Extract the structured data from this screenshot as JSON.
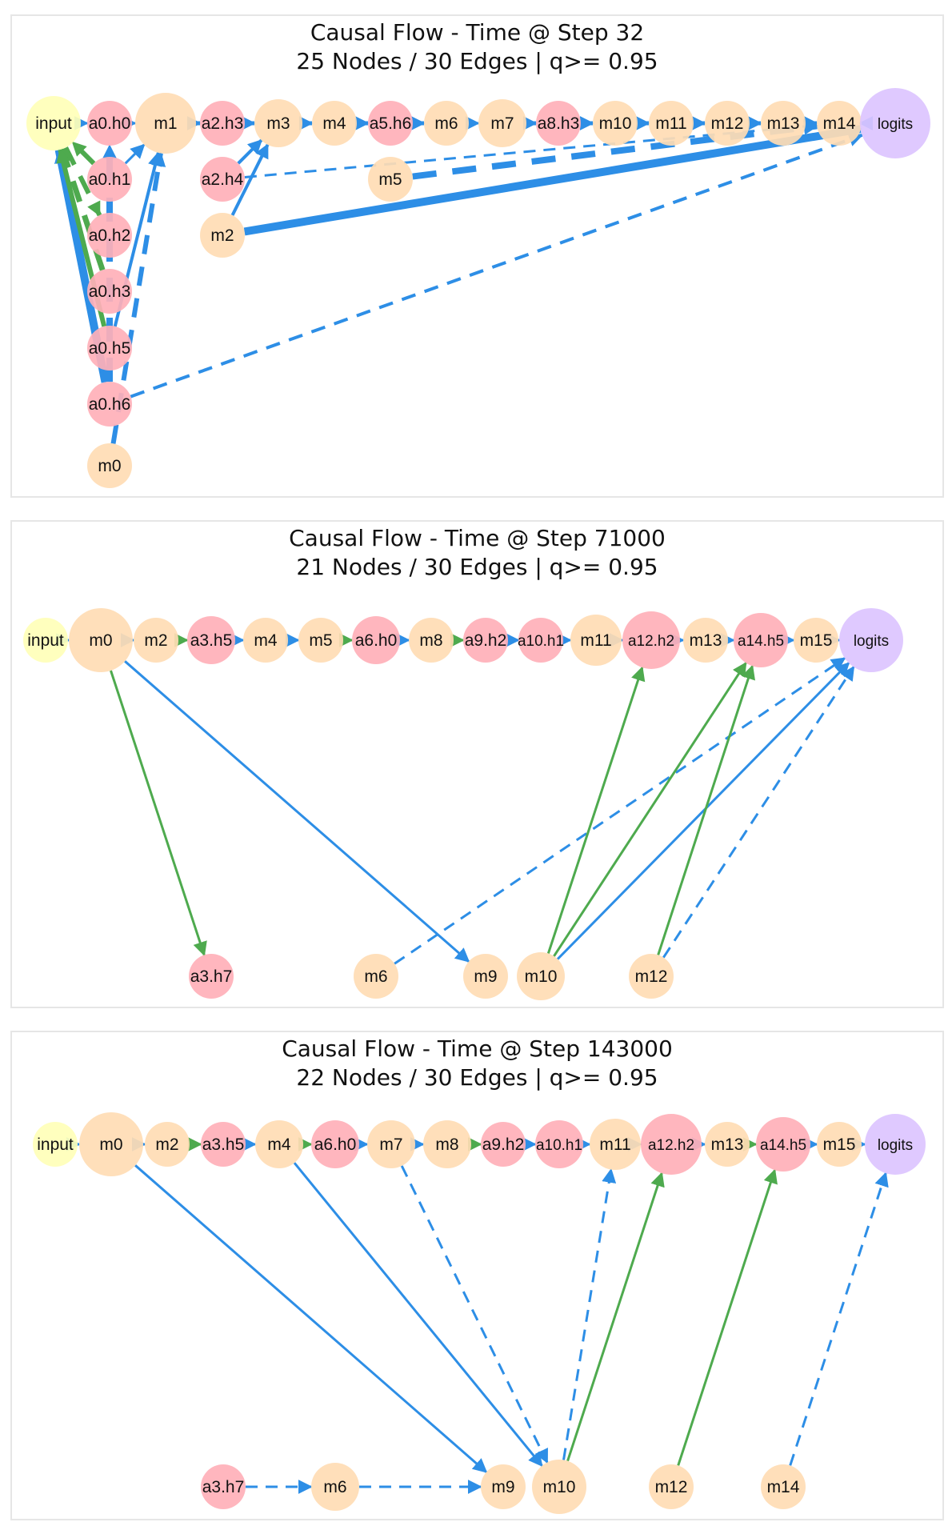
{
  "colors": {
    "input": "#ffffb8",
    "mlp": "#ffdcb4",
    "attn": "#ffb0b8",
    "logits": "#dcc4ff",
    "edge_blue": "#2d8ee6",
    "edge_green": "#4eaa4e"
  },
  "panels": [
    {
      "title": "Causal Flow - Time @ Step 32",
      "subtitle": "25 Nodes / 30 Edges | q>= 0.95",
      "nodes": [
        {
          "id": "input",
          "label": "input",
          "kind": "input",
          "r": 34
        },
        {
          "id": "a0.h0",
          "label": "a0.h0",
          "kind": "attn",
          "r": 28
        },
        {
          "id": "m1",
          "label": "m1",
          "kind": "mlp",
          "r": 38
        },
        {
          "id": "a2.h3",
          "label": "a2.h3",
          "kind": "attn",
          "r": 28
        },
        {
          "id": "m3",
          "label": "m3",
          "kind": "mlp",
          "r": 30
        },
        {
          "id": "m4",
          "label": "m4",
          "kind": "mlp",
          "r": 28
        },
        {
          "id": "a5.h6",
          "label": "a5.h6",
          "kind": "attn",
          "r": 28
        },
        {
          "id": "m6",
          "label": "m6",
          "kind": "mlp",
          "r": 28
        },
        {
          "id": "m7",
          "label": "m7",
          "kind": "mlp",
          "r": 30
        },
        {
          "id": "a8.h3",
          "label": "a8.h3",
          "kind": "attn",
          "r": 28
        },
        {
          "id": "m10",
          "label": "m10",
          "kind": "mlp",
          "r": 28
        },
        {
          "id": "m11",
          "label": "m11",
          "kind": "mlp",
          "r": 28
        },
        {
          "id": "m12",
          "label": "m12",
          "kind": "mlp",
          "r": 28
        },
        {
          "id": "m13",
          "label": "m13",
          "kind": "mlp",
          "r": 28
        },
        {
          "id": "m14",
          "label": "m14",
          "kind": "mlp",
          "r": 28
        },
        {
          "id": "logits",
          "label": "logits",
          "kind": "logits",
          "r": 44
        },
        {
          "id": "a0.h1",
          "label": "a0.h1",
          "kind": "attn",
          "r": 28
        },
        {
          "id": "a2.h4",
          "label": "a2.h4",
          "kind": "attn",
          "r": 28
        },
        {
          "id": "m5",
          "label": "m5",
          "kind": "mlp",
          "r": 28
        },
        {
          "id": "a0.h2",
          "label": "a0.h2",
          "kind": "attn",
          "r": 28
        },
        {
          "id": "m2",
          "label": "m2",
          "kind": "mlp",
          "r": 28
        },
        {
          "id": "a0.h3",
          "label": "a0.h3",
          "kind": "attn",
          "r": 28
        },
        {
          "id": "a0.h5",
          "label": "a0.h5",
          "kind": "attn",
          "r": 28
        },
        {
          "id": "a0.h6",
          "label": "a0.h6",
          "kind": "attn",
          "r": 28
        },
        {
          "id": "m0",
          "label": "m0",
          "kind": "mlp",
          "r": 28
        }
      ],
      "edges": [
        {
          "from": "input",
          "to": "a0.h0",
          "color": "blue",
          "style": "solid",
          "weight": 3
        },
        {
          "from": "a0.h0",
          "to": "m1",
          "color": "blue",
          "style": "solid",
          "weight": 3
        },
        {
          "from": "m1",
          "to": "a2.h3",
          "color": "blue",
          "style": "solid",
          "weight": 5
        },
        {
          "from": "a2.h3",
          "to": "m3",
          "color": "blue",
          "style": "solid",
          "weight": 5
        },
        {
          "from": "m3",
          "to": "m4",
          "color": "blue",
          "style": "solid",
          "weight": 5
        },
        {
          "from": "m4",
          "to": "a5.h6",
          "color": "blue",
          "style": "solid",
          "weight": 5
        },
        {
          "from": "a5.h6",
          "to": "m6",
          "color": "blue",
          "style": "solid",
          "weight": 5
        },
        {
          "from": "m6",
          "to": "m7",
          "color": "blue",
          "style": "solid",
          "weight": 3
        },
        {
          "from": "m7",
          "to": "a8.h3",
          "color": "blue",
          "style": "solid",
          "weight": 5
        },
        {
          "from": "a8.h3",
          "to": "m10",
          "color": "blue",
          "style": "solid",
          "weight": 5
        },
        {
          "from": "m10",
          "to": "m11",
          "color": "blue",
          "style": "solid",
          "weight": 5
        },
        {
          "from": "m11",
          "to": "m12",
          "color": "blue",
          "style": "solid",
          "weight": 5
        },
        {
          "from": "m12",
          "to": "m13",
          "color": "blue",
          "style": "solid",
          "weight": 5
        },
        {
          "from": "m13",
          "to": "m14",
          "color": "blue",
          "style": "solid",
          "weight": 5
        },
        {
          "from": "m14",
          "to": "logits",
          "color": "blue",
          "style": "solid",
          "weight": 5
        },
        {
          "from": "a2.h4",
          "to": "m3",
          "color": "blue",
          "style": "solid",
          "weight": 4
        },
        {
          "from": "m2",
          "to": "m3",
          "color": "blue",
          "style": "solid",
          "weight": 4
        },
        {
          "from": "a2.h4",
          "to": "m14",
          "color": "blue",
          "style": "dashed",
          "weight": 3
        },
        {
          "from": "m5",
          "to": "m14",
          "color": "blue",
          "style": "dashed",
          "weight": 8
        },
        {
          "from": "m2",
          "to": "logits",
          "color": "blue",
          "style": "solid",
          "weight": 10
        },
        {
          "from": "a0.h6",
          "to": "logits",
          "color": "blue",
          "style": "dashed",
          "weight": 4
        },
        {
          "from": "a0.h6",
          "to": "input",
          "color": "blue",
          "style": "solid",
          "weight": 10
        },
        {
          "from": "a0.h3",
          "to": "input",
          "color": "green",
          "style": "dashed",
          "weight": 7
        },
        {
          "from": "a0.h5",
          "to": "input",
          "color": "green",
          "style": "solid",
          "weight": 6
        },
        {
          "from": "a0.h1",
          "to": "input",
          "color": "green",
          "style": "dashed",
          "weight": 6
        },
        {
          "from": "input",
          "to": "a0.h2",
          "color": "green",
          "style": "dashed",
          "weight": 6
        },
        {
          "from": "m0",
          "to": "m1",
          "color": "blue",
          "style": "dashed",
          "weight": 6
        },
        {
          "from": "a0.h5",
          "to": "m1",
          "color": "blue",
          "style": "solid",
          "weight": 4
        },
        {
          "from": "a0.h6",
          "to": "a0.h0",
          "color": "blue",
          "style": "dashed",
          "weight": 8
        },
        {
          "from": "a0.h1",
          "to": "m1",
          "color": "blue",
          "style": "solid",
          "weight": 3
        }
      ]
    },
    {
      "title": "Causal Flow - Time @ Step 71000",
      "subtitle": "21 Nodes / 30 Edges | q>= 0.95",
      "nodes": [
        {
          "id": "input",
          "label": "input",
          "kind": "input",
          "r": 28
        },
        {
          "id": "m0",
          "label": "m0",
          "kind": "mlp",
          "r": 40
        },
        {
          "id": "m2",
          "label": "m2",
          "kind": "mlp",
          "r": 28
        },
        {
          "id": "a3.h5",
          "label": "a3.h5",
          "kind": "attn",
          "r": 30
        },
        {
          "id": "m4",
          "label": "m4",
          "kind": "mlp",
          "r": 28
        },
        {
          "id": "m5",
          "label": "m5",
          "kind": "mlp",
          "r": 28
        },
        {
          "id": "a6.h0",
          "label": "a6.h0",
          "kind": "attn",
          "r": 30
        },
        {
          "id": "m8",
          "label": "m8",
          "kind": "mlp",
          "r": 28
        },
        {
          "id": "a9.h2",
          "label": "a9.h2",
          "kind": "attn",
          "r": 28
        },
        {
          "id": "a10.h1",
          "label": "a10.h1",
          "kind": "attn",
          "r": 28
        },
        {
          "id": "m11",
          "label": "m11",
          "kind": "mlp",
          "r": 32
        },
        {
          "id": "a12.h2",
          "label": "a12.h2",
          "kind": "attn",
          "r": 36
        },
        {
          "id": "m13",
          "label": "m13",
          "kind": "mlp",
          "r": 28
        },
        {
          "id": "a14.h5",
          "label": "a14.h5",
          "kind": "attn",
          "r": 34
        },
        {
          "id": "m15",
          "label": "m15",
          "kind": "mlp",
          "r": 28
        },
        {
          "id": "logits",
          "label": "logits",
          "kind": "logits",
          "r": 40
        },
        {
          "id": "a3.h7",
          "label": "a3.h7",
          "kind": "attn",
          "r": 28
        },
        {
          "id": "m6",
          "label": "m6",
          "kind": "mlp",
          "r": 28
        },
        {
          "id": "m9",
          "label": "m9",
          "kind": "mlp",
          "r": 28
        },
        {
          "id": "m10",
          "label": "m10",
          "kind": "mlp",
          "r": 30
        },
        {
          "id": "m12",
          "label": "m12",
          "kind": "mlp",
          "r": 28
        }
      ],
      "edges": [
        {
          "from": "input",
          "to": "m0",
          "color": "blue",
          "style": "solid",
          "weight": 3
        },
        {
          "from": "m0",
          "to": "m2",
          "color": "blue",
          "style": "solid",
          "weight": 3
        },
        {
          "from": "m2",
          "to": "a3.h5",
          "color": "green",
          "style": "solid",
          "weight": 3
        },
        {
          "from": "a3.h5",
          "to": "m4",
          "color": "blue",
          "style": "solid",
          "weight": 3
        },
        {
          "from": "m4",
          "to": "m5",
          "color": "blue",
          "style": "solid",
          "weight": 3
        },
        {
          "from": "m5",
          "to": "a6.h0",
          "color": "green",
          "style": "solid",
          "weight": 3
        },
        {
          "from": "a6.h0",
          "to": "m8",
          "color": "blue",
          "style": "solid",
          "weight": 3
        },
        {
          "from": "m8",
          "to": "a9.h2",
          "color": "green",
          "style": "solid",
          "weight": 3
        },
        {
          "from": "a9.h2",
          "to": "a10.h1",
          "color": "blue",
          "style": "solid",
          "weight": 3
        },
        {
          "from": "a10.h1",
          "to": "m11",
          "color": "blue",
          "style": "solid",
          "weight": 3
        },
        {
          "from": "m11",
          "to": "a12.h2",
          "color": "blue",
          "style": "solid",
          "weight": 3
        },
        {
          "from": "a12.h2",
          "to": "m13",
          "color": "blue",
          "style": "solid",
          "weight": 3
        },
        {
          "from": "m13",
          "to": "a14.h5",
          "color": "blue",
          "style": "solid",
          "weight": 3
        },
        {
          "from": "a14.h5",
          "to": "m15",
          "color": "blue",
          "style": "solid",
          "weight": 3
        },
        {
          "from": "m15",
          "to": "logits",
          "color": "blue",
          "style": "solid",
          "weight": 3
        },
        {
          "from": "m0",
          "to": "a3.h7",
          "color": "green",
          "style": "solid",
          "weight": 3
        },
        {
          "from": "m0",
          "to": "m9",
          "color": "blue",
          "style": "solid",
          "weight": 3
        },
        {
          "from": "m6",
          "to": "logits",
          "color": "blue",
          "style": "dashed",
          "weight": 3
        },
        {
          "from": "m10",
          "to": "a12.h2",
          "color": "green",
          "style": "solid",
          "weight": 3
        },
        {
          "from": "m10",
          "to": "a14.h5",
          "color": "green",
          "style": "solid",
          "weight": 3
        },
        {
          "from": "m10",
          "to": "logits",
          "color": "blue",
          "style": "solid",
          "weight": 3
        },
        {
          "from": "m12",
          "to": "a14.h5",
          "color": "green",
          "style": "solid",
          "weight": 3
        },
        {
          "from": "m12",
          "to": "logits",
          "color": "blue",
          "style": "dashed",
          "weight": 3
        }
      ]
    },
    {
      "title": "Causal Flow - Time @ Step 143000",
      "subtitle": "22 Nodes / 30 Edges | q>= 0.95",
      "nodes": [
        {
          "id": "input",
          "label": "input",
          "kind": "input",
          "r": 28
        },
        {
          "id": "m0",
          "label": "m0",
          "kind": "mlp",
          "r": 40
        },
        {
          "id": "m2",
          "label": "m2",
          "kind": "mlp",
          "r": 28
        },
        {
          "id": "a3.h5",
          "label": "a3.h5",
          "kind": "attn",
          "r": 28
        },
        {
          "id": "m4",
          "label": "m4",
          "kind": "mlp",
          "r": 30
        },
        {
          "id": "a6.h0",
          "label": "a6.h0",
          "kind": "attn",
          "r": 30
        },
        {
          "id": "m7",
          "label": "m7",
          "kind": "mlp",
          "r": 30
        },
        {
          "id": "m8",
          "label": "m8",
          "kind": "mlp",
          "r": 30
        },
        {
          "id": "a9.h2",
          "label": "a9.h2",
          "kind": "attn",
          "r": 28
        },
        {
          "id": "a10.h1",
          "label": "a10.h1",
          "kind": "attn",
          "r": 30
        },
        {
          "id": "m11",
          "label": "m11",
          "kind": "mlp",
          "r": 32
        },
        {
          "id": "a12.h2",
          "label": "a12.h2",
          "kind": "attn",
          "r": 38
        },
        {
          "id": "m13",
          "label": "m13",
          "kind": "mlp",
          "r": 28
        },
        {
          "id": "a14.h5",
          "label": "a14.h5",
          "kind": "attn",
          "r": 34
        },
        {
          "id": "m15",
          "label": "m15",
          "kind": "mlp",
          "r": 28
        },
        {
          "id": "logits",
          "label": "logits",
          "kind": "logits",
          "r": 38
        },
        {
          "id": "a3.h7",
          "label": "a3.h7",
          "kind": "attn",
          "r": 28
        },
        {
          "id": "m6",
          "label": "m6",
          "kind": "mlp",
          "r": 30
        },
        {
          "id": "m9",
          "label": "m9",
          "kind": "mlp",
          "r": 28
        },
        {
          "id": "m10",
          "label": "m10",
          "kind": "mlp",
          "r": 34
        },
        {
          "id": "m12",
          "label": "m12",
          "kind": "mlp",
          "r": 28
        },
        {
          "id": "m14",
          "label": "m14",
          "kind": "mlp",
          "r": 28
        }
      ],
      "edges": [
        {
          "from": "input",
          "to": "m0",
          "color": "blue",
          "style": "solid",
          "weight": 3
        },
        {
          "from": "m0",
          "to": "m2",
          "color": "blue",
          "style": "solid",
          "weight": 3
        },
        {
          "from": "m2",
          "to": "a3.h5",
          "color": "green",
          "style": "solid",
          "weight": 3
        },
        {
          "from": "a3.h5",
          "to": "m4",
          "color": "blue",
          "style": "solid",
          "weight": 3
        },
        {
          "from": "m4",
          "to": "a6.h0",
          "color": "green",
          "style": "solid",
          "weight": 3
        },
        {
          "from": "a6.h0",
          "to": "m7",
          "color": "blue",
          "style": "solid",
          "weight": 3
        },
        {
          "from": "m7",
          "to": "m8",
          "color": "blue",
          "style": "solid",
          "weight": 3
        },
        {
          "from": "m8",
          "to": "a9.h2",
          "color": "green",
          "style": "solid",
          "weight": 3
        },
        {
          "from": "a9.h2",
          "to": "a10.h1",
          "color": "blue",
          "style": "solid",
          "weight": 3
        },
        {
          "from": "a10.h1",
          "to": "m11",
          "color": "blue",
          "style": "solid",
          "weight": 3
        },
        {
          "from": "m11",
          "to": "a12.h2",
          "color": "blue",
          "style": "solid",
          "weight": 3
        },
        {
          "from": "a12.h2",
          "to": "m13",
          "color": "blue",
          "style": "solid",
          "weight": 3
        },
        {
          "from": "m13",
          "to": "a14.h5",
          "color": "green",
          "style": "solid",
          "weight": 3
        },
        {
          "from": "a14.h5",
          "to": "m15",
          "color": "blue",
          "style": "solid",
          "weight": 3
        },
        {
          "from": "m15",
          "to": "logits",
          "color": "blue",
          "style": "solid",
          "weight": 3
        },
        {
          "from": "m0",
          "to": "m9",
          "color": "blue",
          "style": "solid",
          "weight": 3
        },
        {
          "from": "m4",
          "to": "m10",
          "color": "blue",
          "style": "solid",
          "weight": 3
        },
        {
          "from": "m7",
          "to": "m10",
          "color": "blue",
          "style": "dashed",
          "weight": 3
        },
        {
          "from": "a3.h7",
          "to": "m6",
          "color": "blue",
          "style": "dashed",
          "weight": 3
        },
        {
          "from": "m6",
          "to": "m9",
          "color": "blue",
          "style": "dashed",
          "weight": 3
        },
        {
          "from": "m10",
          "to": "m11",
          "color": "blue",
          "style": "dashed",
          "weight": 3
        },
        {
          "from": "m10",
          "to": "a12.h2",
          "color": "green",
          "style": "solid",
          "weight": 3
        },
        {
          "from": "m12",
          "to": "a14.h5",
          "color": "green",
          "style": "solid",
          "weight": 3
        },
        {
          "from": "m14",
          "to": "logits",
          "color": "blue",
          "style": "dashed",
          "weight": 3
        }
      ]
    }
  ]
}
